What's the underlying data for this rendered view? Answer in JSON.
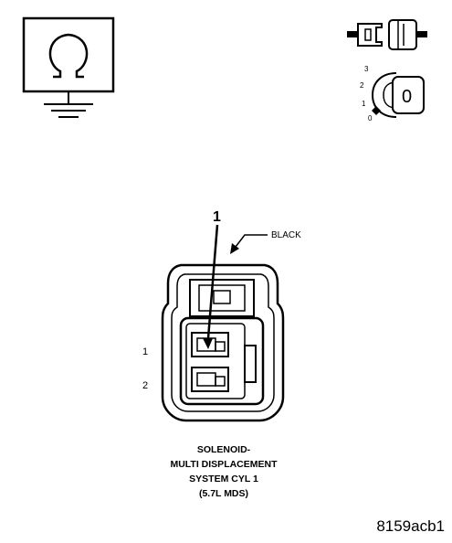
{
  "symbols": {
    "ohmmeter": "ohm-meter-icon",
    "disconnect": "connector-disconnect-icon",
    "ignition": "ignition-key-off-icon"
  },
  "ignition": {
    "positions": [
      "3",
      "2",
      "1",
      "0"
    ],
    "key_label": "0"
  },
  "connector": {
    "callout_number": "1",
    "color_label": "BLACK",
    "pins": [
      "1",
      "2"
    ]
  },
  "caption": {
    "line1": "SOLENOID-",
    "line2": "MULTI DISPLACEMENT",
    "line3": "SYSTEM CYL 1",
    "line4": "(5.7L MDS)"
  },
  "figure_id": "8159acb1"
}
